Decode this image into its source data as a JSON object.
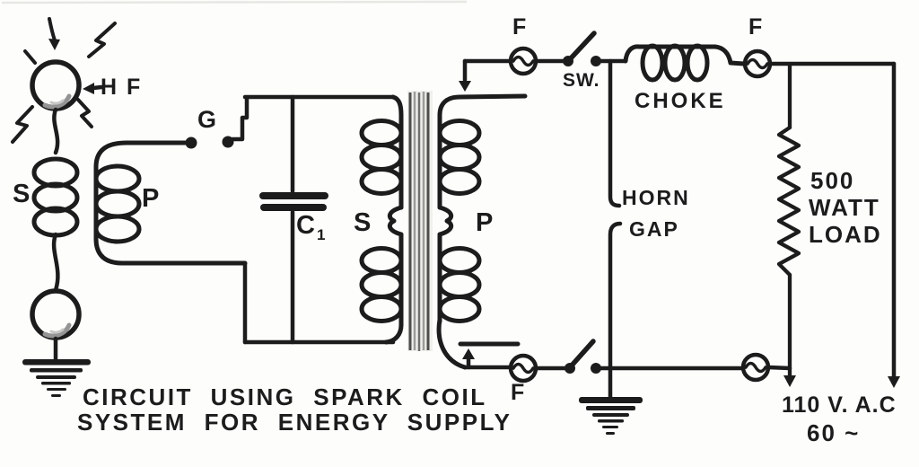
{
  "title": "Spark coil energy supply circuit diagram",
  "colors": {
    "ink": "#1c1c1c",
    "paper": "#fdfdfb",
    "core_gray": "#8a8a8a"
  },
  "labels": {
    "hf": "H F",
    "spark_secondary": "S",
    "spark_primary": "P",
    "gap": "G",
    "capacitor_main": "C",
    "capacitor_sub": "1",
    "xfmr_secondary": "S",
    "xfmr_primary": "P",
    "fuse_top_left": "F",
    "fuse_top_right": "F",
    "fuse_bottom_left": "F",
    "switch": "SW.",
    "choke": "CHOKE",
    "horn_gap_line1": "HORN",
    "horn_gap_line2": "GAP",
    "load_line1": "500",
    "load_line2": "WATT",
    "load_line3": "LOAD",
    "supply_line1": "110 V. A.C",
    "supply_line2": "60 ~"
  },
  "caption": {
    "line1": "CIRCUIT USING SPARK COIL",
    "line2": "SYSTEM FOR ENERGY SUPPLY"
  }
}
